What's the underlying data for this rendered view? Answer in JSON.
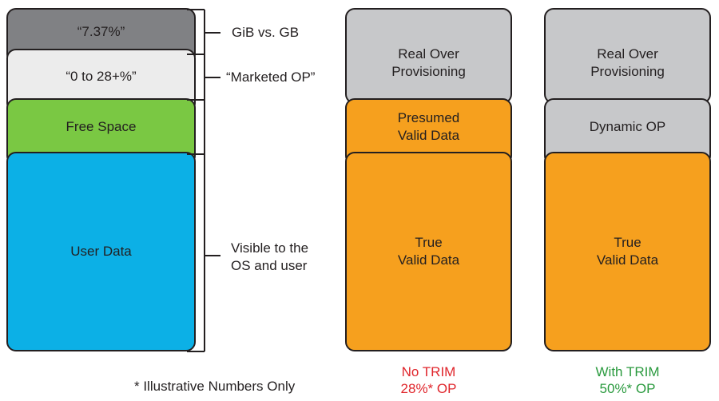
{
  "left_stack": {
    "gib_block": "“7.37%”",
    "marketed_block": "“0 to 28+%”",
    "free_space": "Free Space",
    "user_data": "User Data"
  },
  "bracket_notes": {
    "gib": "GiB vs. GB",
    "marketed": "“Marketed OP”",
    "visible_line1": "Visible to the",
    "visible_line2": "OS and user"
  },
  "no_trim_stack": {
    "real_op_line1": "Real Over",
    "real_op_line2": "Provisioning",
    "presumed_line1": "Presumed",
    "presumed_line2": "Valid Data",
    "true_line1": "True",
    "true_line2": "Valid Data"
  },
  "with_trim_stack": {
    "real_op_line1": "Real Over",
    "real_op_line2": "Provisioning",
    "dynamic_op": "Dynamic OP",
    "true_line1": "True",
    "true_line2": "Valid Data"
  },
  "footnote": "* Illustrative Numbers Only",
  "captions": {
    "no_trim_line1": "No TRIM",
    "no_trim_line2": "28%* OP",
    "with_trim_line1": "With TRIM",
    "with_trim_line2": "50%* OP"
  },
  "colors": {
    "gib_block": "#808184",
    "marketed_block": "#ececec",
    "free_space": "#7ac843",
    "user_data": "#0cb0e6",
    "real_op": "#c7c8ca",
    "valid_data": "#f6a01e",
    "no_trim_caption": "#e0262c",
    "with_trim_caption": "#2a9a3e"
  }
}
